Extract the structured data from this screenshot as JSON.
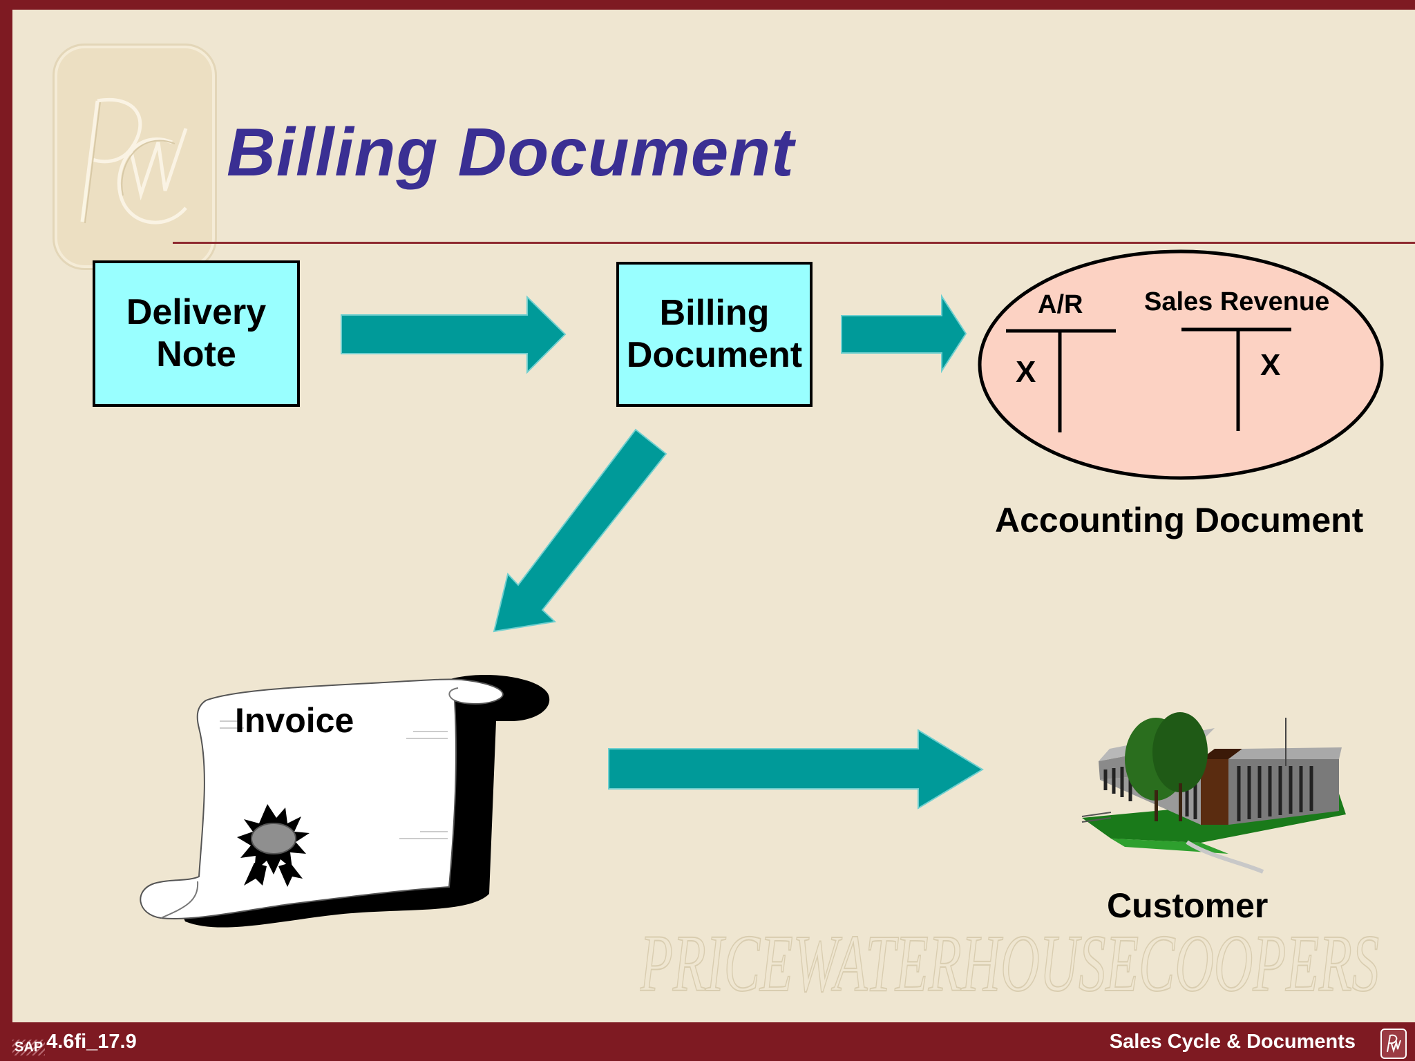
{
  "slide": {
    "title": "Billing Document",
    "watermark_text": "PRICEWATERHOUSECOOPERS",
    "logo_text": "PcW"
  },
  "diagram": {
    "delivery_note": "Delivery\nNote",
    "billing_document": "Billing\nDocument",
    "accounting": {
      "ar_label": "A/R",
      "revenue_label": "Sales Revenue",
      "ar_mark": "X",
      "revenue_mark": "X",
      "caption": "Accounting Document"
    },
    "invoice_label": "Invoice",
    "customer_label": "Customer"
  },
  "footer": {
    "brand": "SAP",
    "code": "4.6fi_17.9",
    "section": "Sales Cycle & Documents"
  },
  "colors": {
    "background": "#efe6d1",
    "frame": "#7e1a22",
    "title": "#3a2f93",
    "arrow": "#009a99",
    "box_fill": "#99ffff",
    "ellipse_fill": "#fcd2c3"
  }
}
